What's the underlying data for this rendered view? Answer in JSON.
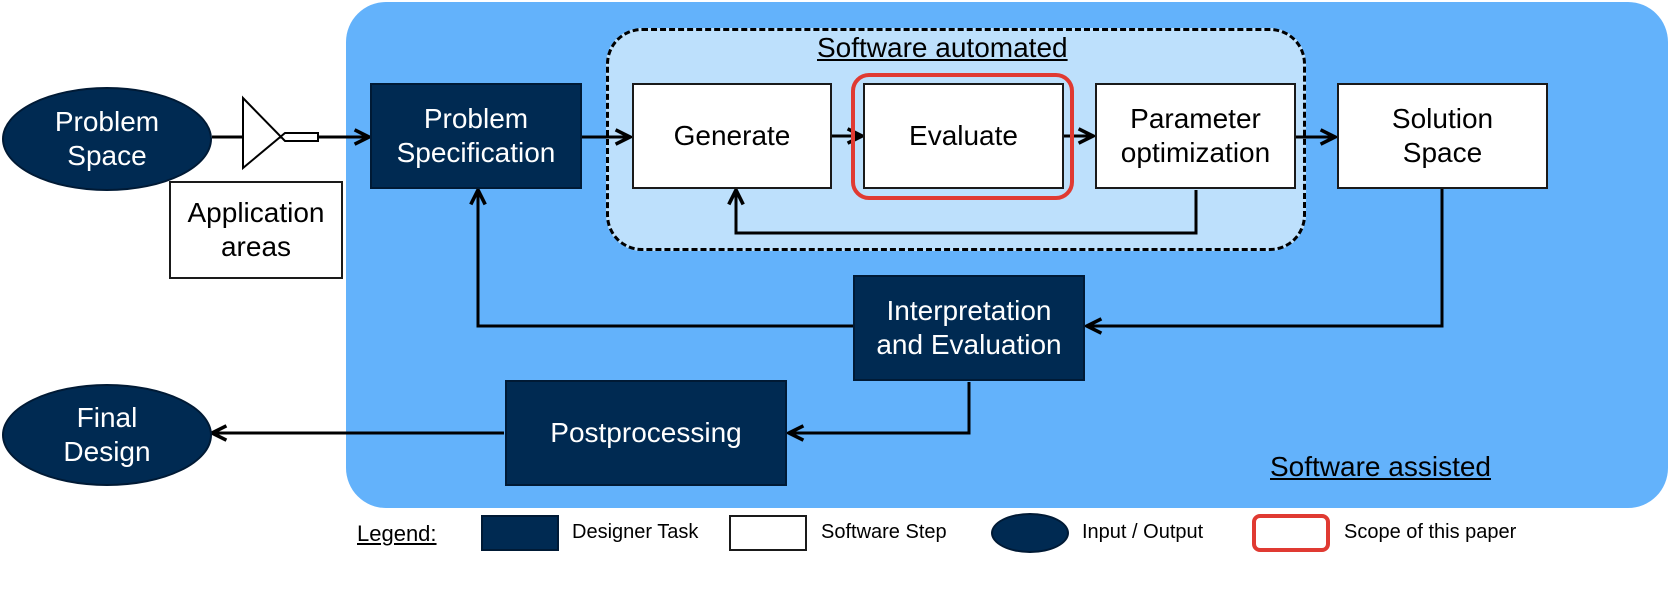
{
  "colors": {
    "outer_region": "#63b2fb",
    "inner_region": "#bde0fc",
    "designer_task": "#002a52",
    "scope_highlight": "#e03a32"
  },
  "regions": {
    "software_assisted": "Software assisted",
    "software_automated": "Software automated"
  },
  "nodes": {
    "problem_space": [
      "Problem",
      "Space"
    ],
    "application_areas": [
      "Application",
      "areas"
    ],
    "problem_specification": [
      "Problem",
      "Specification"
    ],
    "generate": "Generate",
    "evaluate": "Evaluate",
    "parameter_optimization": [
      "Parameter",
      "optimization"
    ],
    "solution_space": [
      "Solution",
      "Space"
    ],
    "interpretation_evaluation": [
      "Interpretation",
      "and Evaluation"
    ],
    "postprocessing": "Postprocessing",
    "final_design": [
      "Final",
      "Design"
    ]
  },
  "legend": {
    "title": "Legend:",
    "designer_task": "Designer Task",
    "software_step": "Software Step",
    "input_output": "Input / Output",
    "scope": "Scope of this paper"
  }
}
